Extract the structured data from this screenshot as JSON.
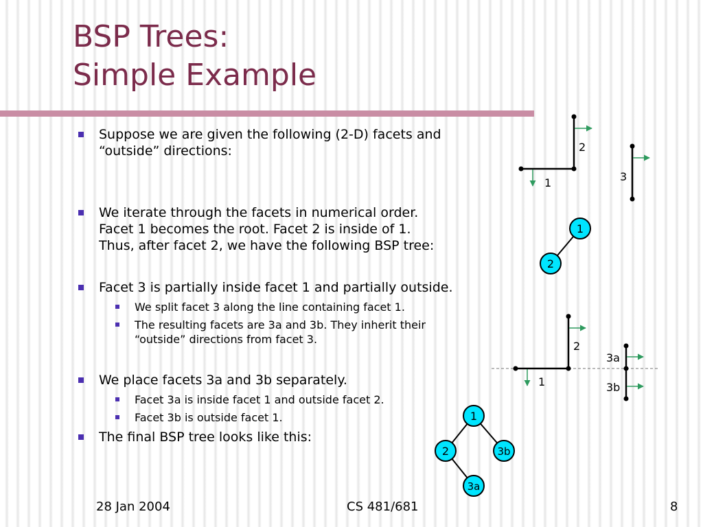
{
  "title": {
    "line1": "BSP Trees:",
    "line2": "Simple Example"
  },
  "bullets": {
    "b1": {
      "lines": [
        "Suppose we are given the following (2-D) facets and",
        "“outside” directions:"
      ]
    },
    "b2": {
      "lines": [
        "We iterate through the facets in numerical order.",
        "Facet 1 becomes the root. Facet 2 is inside of 1.",
        "Thus, after facet 2, we have the following BSP tree:"
      ]
    },
    "b3": {
      "text": "Facet 3 is partially inside facet 1 and partially outside.",
      "subs": [
        {
          "lines": [
            "We split facet 3 along the line containing facet 1."
          ]
        },
        {
          "lines": [
            "The resulting facets are 3a and 3b. They inherit their",
            "“outside” directions from facet 3."
          ]
        }
      ]
    },
    "b4": {
      "text": "We place facets 3a and 3b separately.",
      "subs": [
        {
          "lines": [
            "Facet 3a is inside facet 1 and outside facet 2."
          ]
        },
        {
          "lines": [
            "Facet 3b is outside facet 1."
          ]
        }
      ]
    },
    "b5": {
      "text": "The final BSP tree looks like this:"
    }
  },
  "diagrams": {
    "facets_initial": {
      "label1": "1",
      "label2": "2",
      "label3": "3"
    },
    "tree_after_2": {
      "root": "1",
      "child": "2"
    },
    "facets_split": {
      "label1": "1",
      "label2": "2",
      "label3a": "3a",
      "label3b": "3b"
    },
    "final_tree": {
      "root": "1",
      "left": "2",
      "right": "3b",
      "leaf": "3a"
    }
  },
  "colors": {
    "title": "#7b2b4b",
    "node_fill": "#00e5ff",
    "arrow": "#2e9a5e",
    "bullet": "#4b2fb0"
  },
  "footer": {
    "date": "28 Jan 2004",
    "course": "CS 481/681",
    "page": "8"
  }
}
